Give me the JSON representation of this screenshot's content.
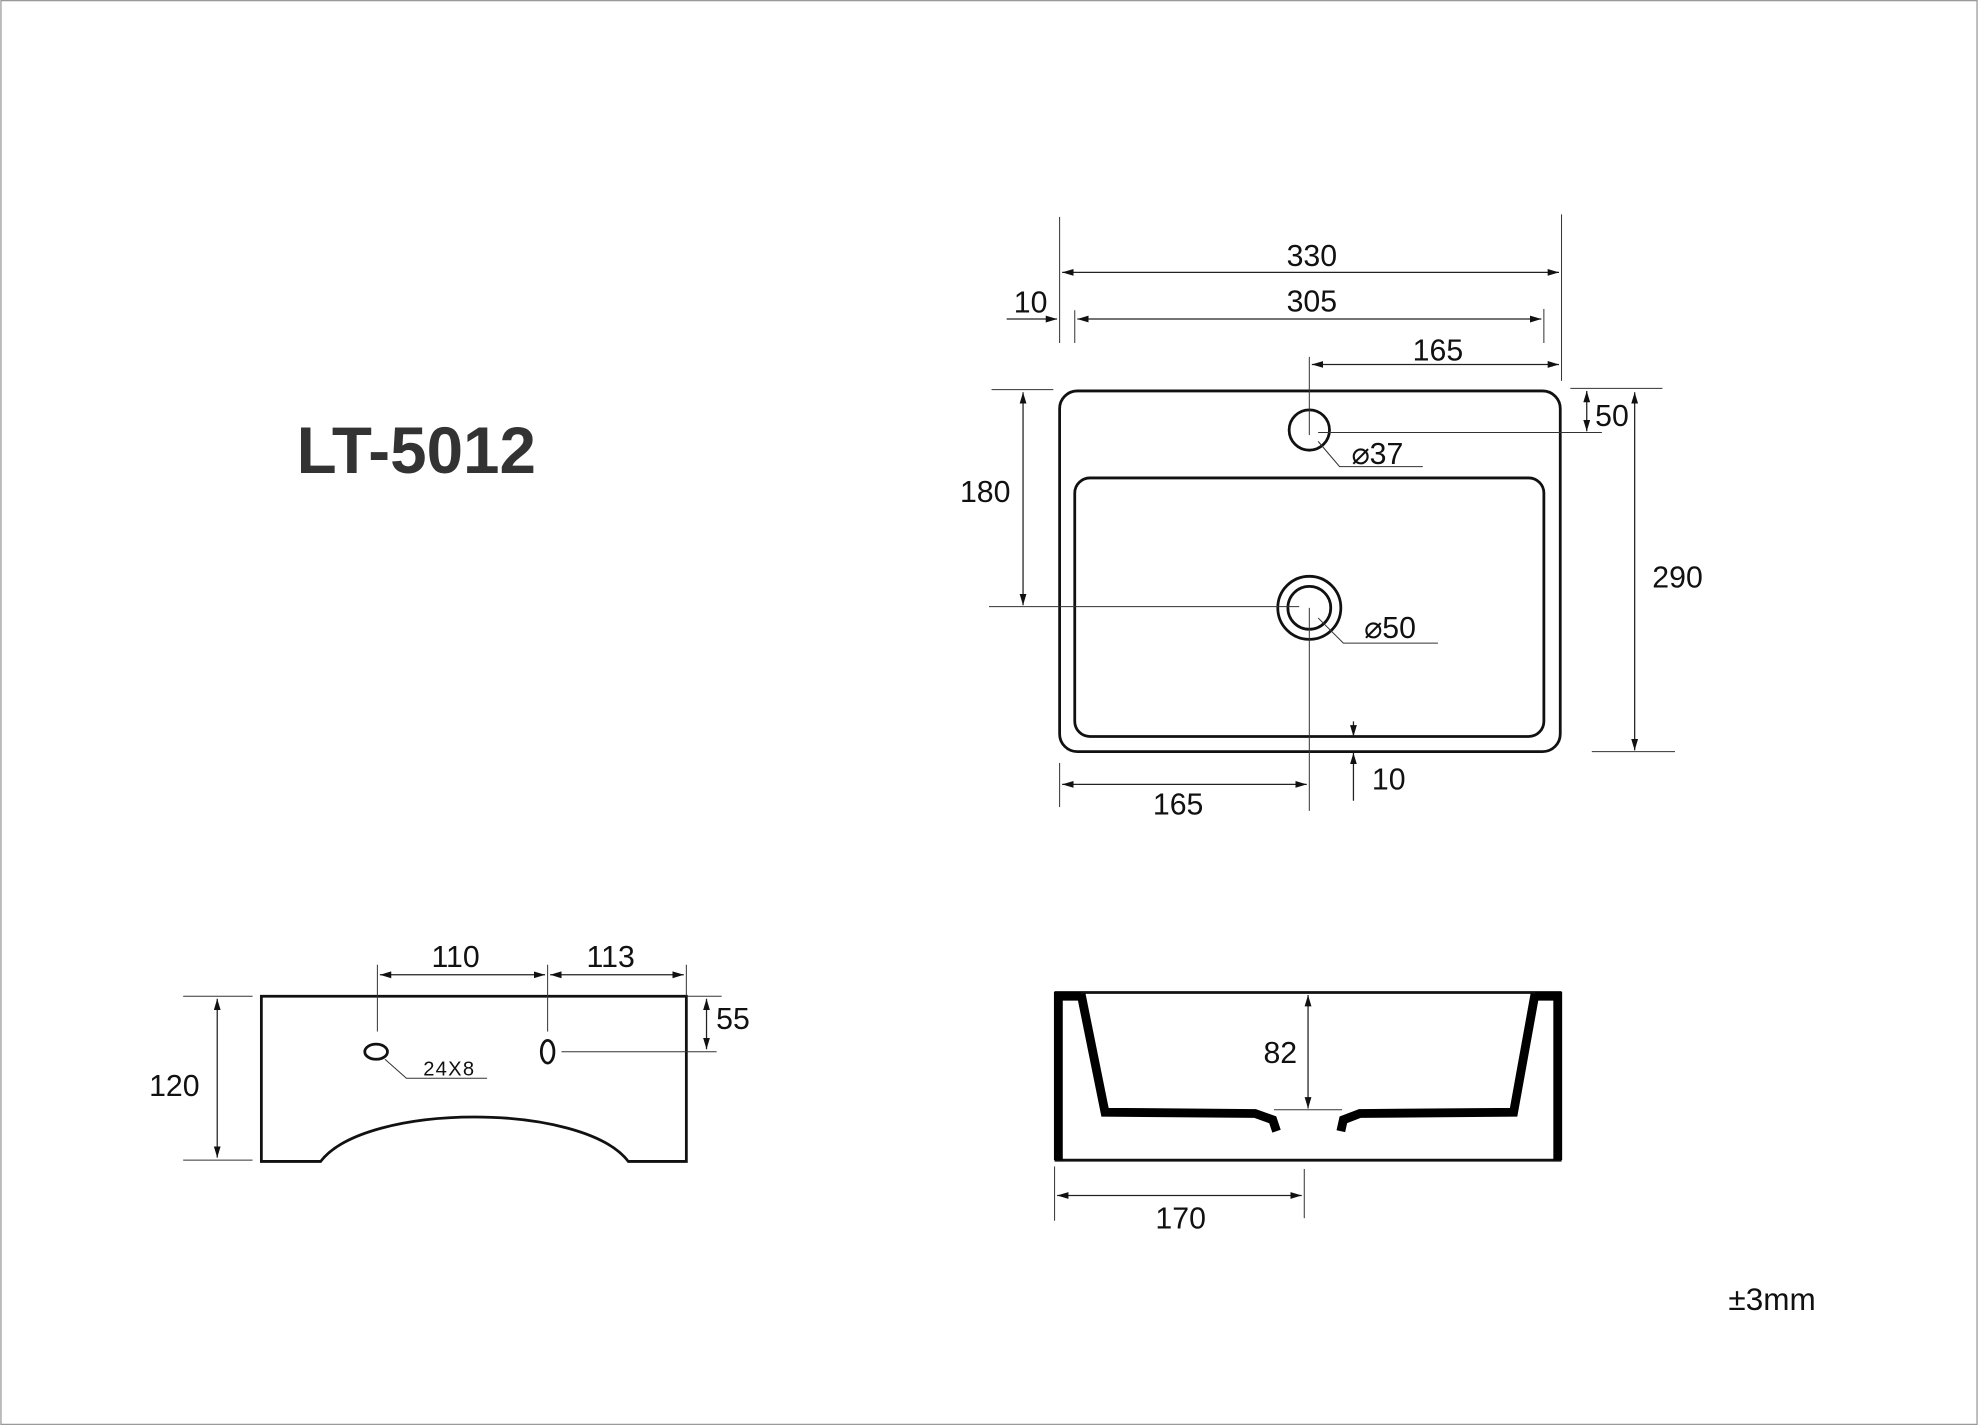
{
  "title": "LT-5012",
  "tolerance": "±3mm",
  "top_view": {
    "overall_width": "330",
    "inner_width": "305",
    "rim_offset": "10",
    "faucet_offset": "165",
    "faucet_from_edge": "50",
    "faucet_hole": "⌀37",
    "drain_from_back": "180",
    "drain_hole": "⌀50",
    "overall_depth": "290",
    "drain_offset": "165",
    "front_rim": "10"
  },
  "side_view": {
    "dim_110": "110",
    "dim_113": "113",
    "dim_55": "55",
    "height": "120",
    "overflow_slot": "24X8"
  },
  "section_view": {
    "basin_depth": "82",
    "drain_offset": "170"
  }
}
